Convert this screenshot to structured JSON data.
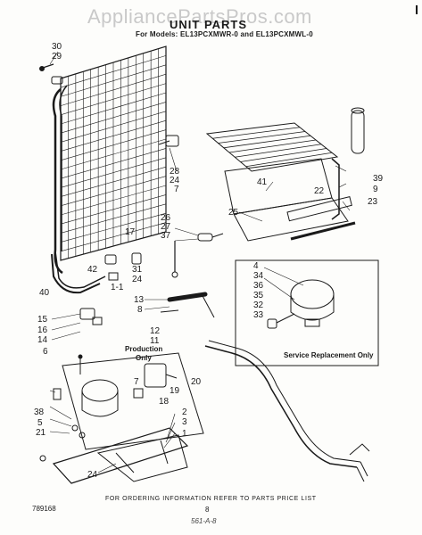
{
  "header": {
    "watermark": "AppliancePartsPros.com",
    "title": "UNIT PARTS",
    "subtitle": "For Models: EL13PCXMWR-0 and EL13PCXMWL-0"
  },
  "callouts": [
    {
      "id": "30",
      "text": "30"
    },
    {
      "id": "29",
      "text": "29"
    },
    {
      "id": "28",
      "text": "28"
    },
    {
      "id": "24a",
      "text": "24"
    },
    {
      "id": "7a",
      "text": "7"
    },
    {
      "id": "41",
      "text": "41"
    },
    {
      "id": "22",
      "text": "22"
    },
    {
      "id": "39",
      "text": "39"
    },
    {
      "id": "9",
      "text": "9"
    },
    {
      "id": "23",
      "text": "23"
    },
    {
      "id": "25",
      "text": "25"
    },
    {
      "id": "26",
      "text": "26"
    },
    {
      "id": "27",
      "text": "27"
    },
    {
      "id": "37",
      "text": "37"
    },
    {
      "id": "17",
      "text": "17"
    },
    {
      "id": "42",
      "text": "42"
    },
    {
      "id": "31",
      "text": "31"
    },
    {
      "id": "24b",
      "text": "24"
    },
    {
      "id": "1-1",
      "text": "1-1"
    },
    {
      "id": "40",
      "text": "40"
    },
    {
      "id": "4",
      "text": "4"
    },
    {
      "id": "34",
      "text": "34"
    },
    {
      "id": "36",
      "text": "36"
    },
    {
      "id": "35",
      "text": "35"
    },
    {
      "id": "32",
      "text": "32"
    },
    {
      "id": "33",
      "text": "33"
    },
    {
      "id": "13",
      "text": "13"
    },
    {
      "id": "8",
      "text": "8"
    },
    {
      "id": "12",
      "text": "12"
    },
    {
      "id": "11",
      "text": "11"
    },
    {
      "id": "15",
      "text": "15"
    },
    {
      "id": "16",
      "text": "16"
    },
    {
      "id": "14",
      "text": "14"
    },
    {
      "id": "6",
      "text": "6"
    },
    {
      "id": "7b",
      "text": "7"
    },
    {
      "id": "18",
      "text": "18"
    },
    {
      "id": "19",
      "text": "19"
    },
    {
      "id": "20",
      "text": "20"
    },
    {
      "id": "38",
      "text": "38"
    },
    {
      "id": "5",
      "text": "5"
    },
    {
      "id": "21",
      "text": "21"
    },
    {
      "id": "2",
      "text": "2"
    },
    {
      "id": "3",
      "text": "3"
    },
    {
      "id": "1",
      "text": "1"
    },
    {
      "id": "24c",
      "text": "24"
    }
  ],
  "labels": {
    "service": "Service Replacement Only",
    "production_line1": "Production",
    "production_line2": "Only"
  },
  "footer": {
    "ordering": "FOR ORDERING INFORMATION REFER TO PARTS PRICE LIST",
    "doc_number": "789168",
    "page_number": "8",
    "handwritten": "561-A-8"
  }
}
